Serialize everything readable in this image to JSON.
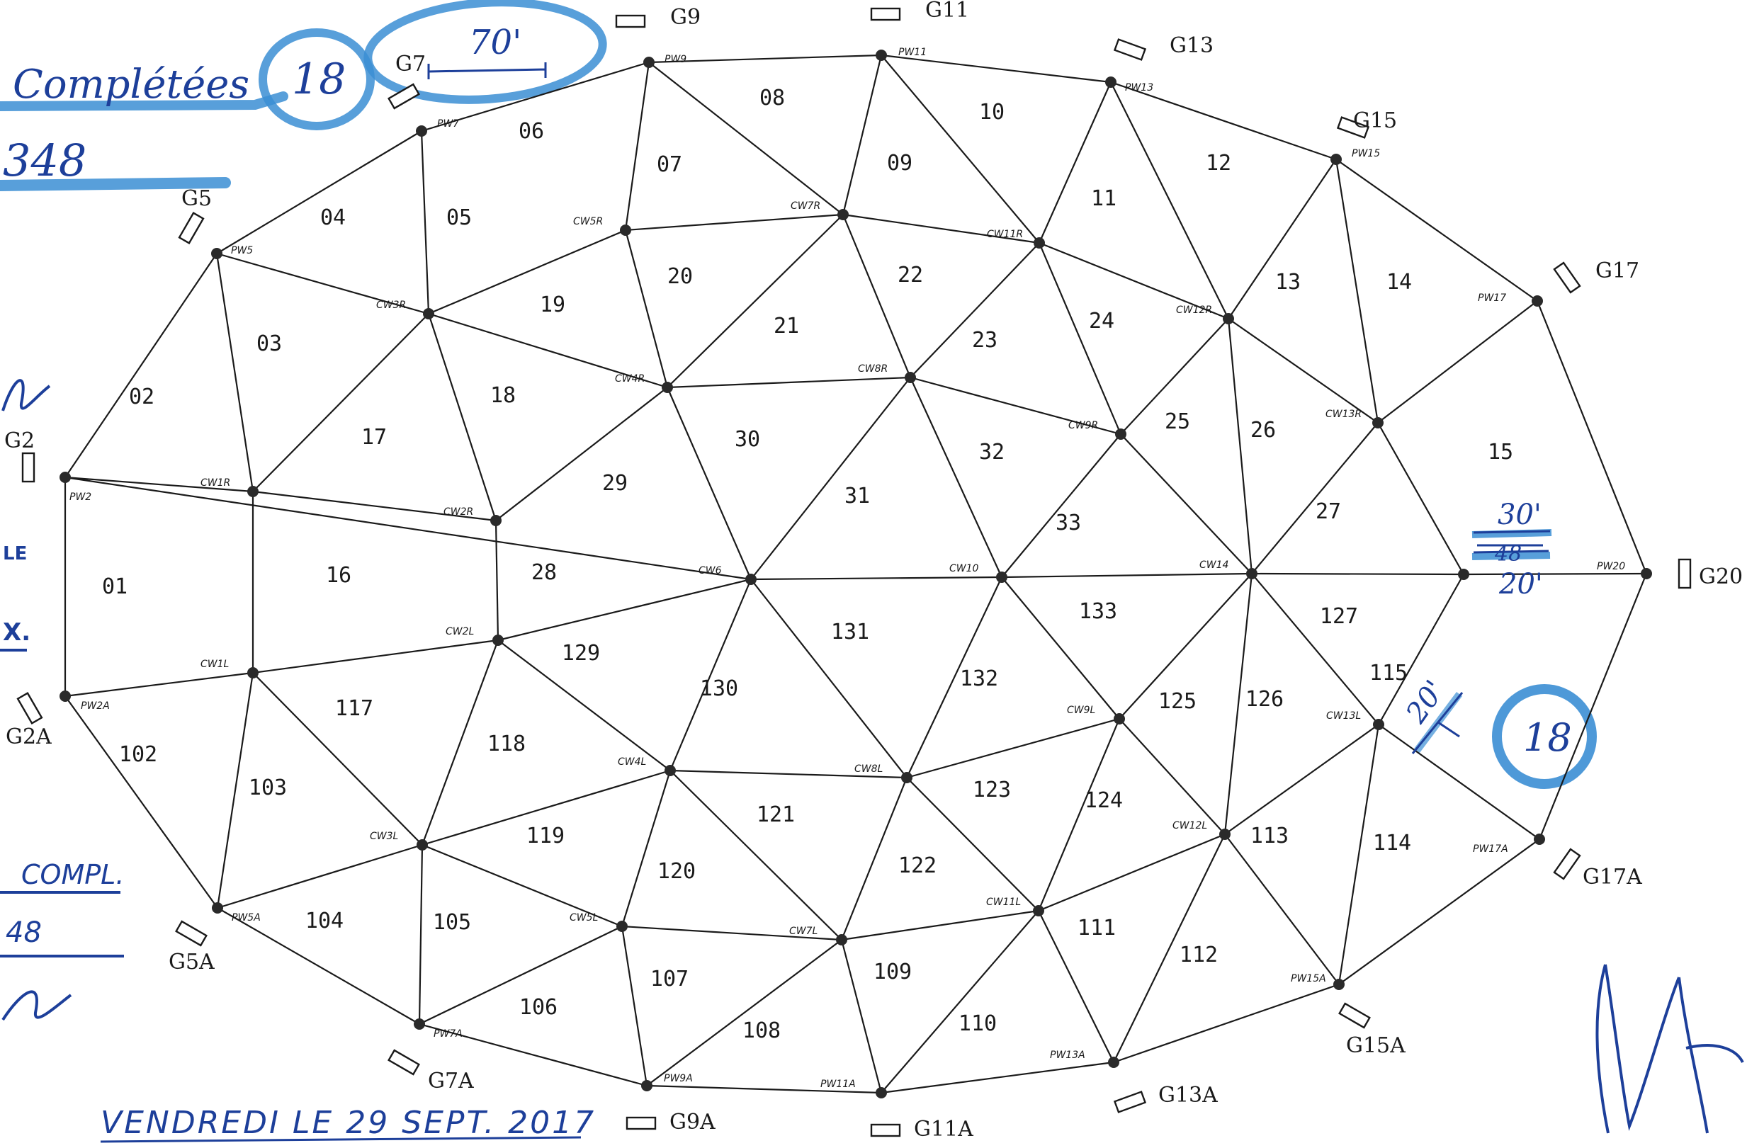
{
  "handwritten": {
    "completed_title": "Complétées",
    "completed_count": "18",
    "completed_total": "348",
    "measure_top": "70'",
    "measure_right_top": "30'",
    "measure_right_struck": "48",
    "measure_right_bottom": "20'",
    "measure_right_diag": "20'",
    "circle_right": "18",
    "left_compl": "COMPL.",
    "left_compl_num": "48",
    "left_le": "LE",
    "left_x": "X.",
    "date_line": "VENDREDI LE 29 SEPT. 2017"
  },
  "colors": {
    "ink": "#1a1a1a",
    "blue_ink": "#1d3f9a",
    "highlight": "#3b8ed4"
  },
  "g_markers": [
    "G9",
    "G11",
    "G13",
    "G15",
    "G17",
    "G20",
    "G17A",
    "G15A",
    "G13A",
    "G11A",
    "G9A",
    "G7A",
    "G5A",
    "G2A",
    "G2",
    "G5",
    "G7"
  ],
  "perimeter_nodes": [
    "PW9",
    "PW11",
    "PW13",
    "PW15",
    "PW17",
    "PW20",
    "PW17A",
    "PW15A",
    "PW13A",
    "PW11A",
    "PW9A",
    "PW7A",
    "PW5A",
    "PW2A",
    "PW2",
    "PW5",
    "PW7"
  ],
  "interior_nodes": [
    "CW7R",
    "CW5R",
    "CW11R",
    "CW3R",
    "CW12R",
    "CW4R",
    "CW8R",
    "CW13R",
    "CW1R",
    "CW9R",
    "CW2R",
    "CW6",
    "CW10",
    "CW14",
    "CW2L",
    "CW1L",
    "CW4L",
    "CW8L",
    "CW9L",
    "CW13L",
    "CW3L",
    "CW12L",
    "CW5L",
    "CW7L",
    "CW11L"
  ],
  "triangle_ids": [
    "08",
    "10",
    "07",
    "09",
    "06",
    "05",
    "04",
    "20",
    "22",
    "11",
    "12",
    "13",
    "14",
    "19",
    "21",
    "23",
    "24",
    "03",
    "02",
    "18",
    "30",
    "32",
    "25",
    "26",
    "15",
    "17",
    "29",
    "31",
    "33",
    "27",
    "01",
    "16",
    "28",
    "131",
    "133",
    "127",
    "129",
    "130",
    "132",
    "125",
    "126",
    "115",
    "117",
    "102",
    "118",
    "121",
    "123",
    "124",
    "103",
    "119",
    "120",
    "122",
    "113",
    "114",
    "104",
    "105",
    "111",
    "112",
    "107",
    "109",
    "106",
    "108",
    "110"
  ]
}
